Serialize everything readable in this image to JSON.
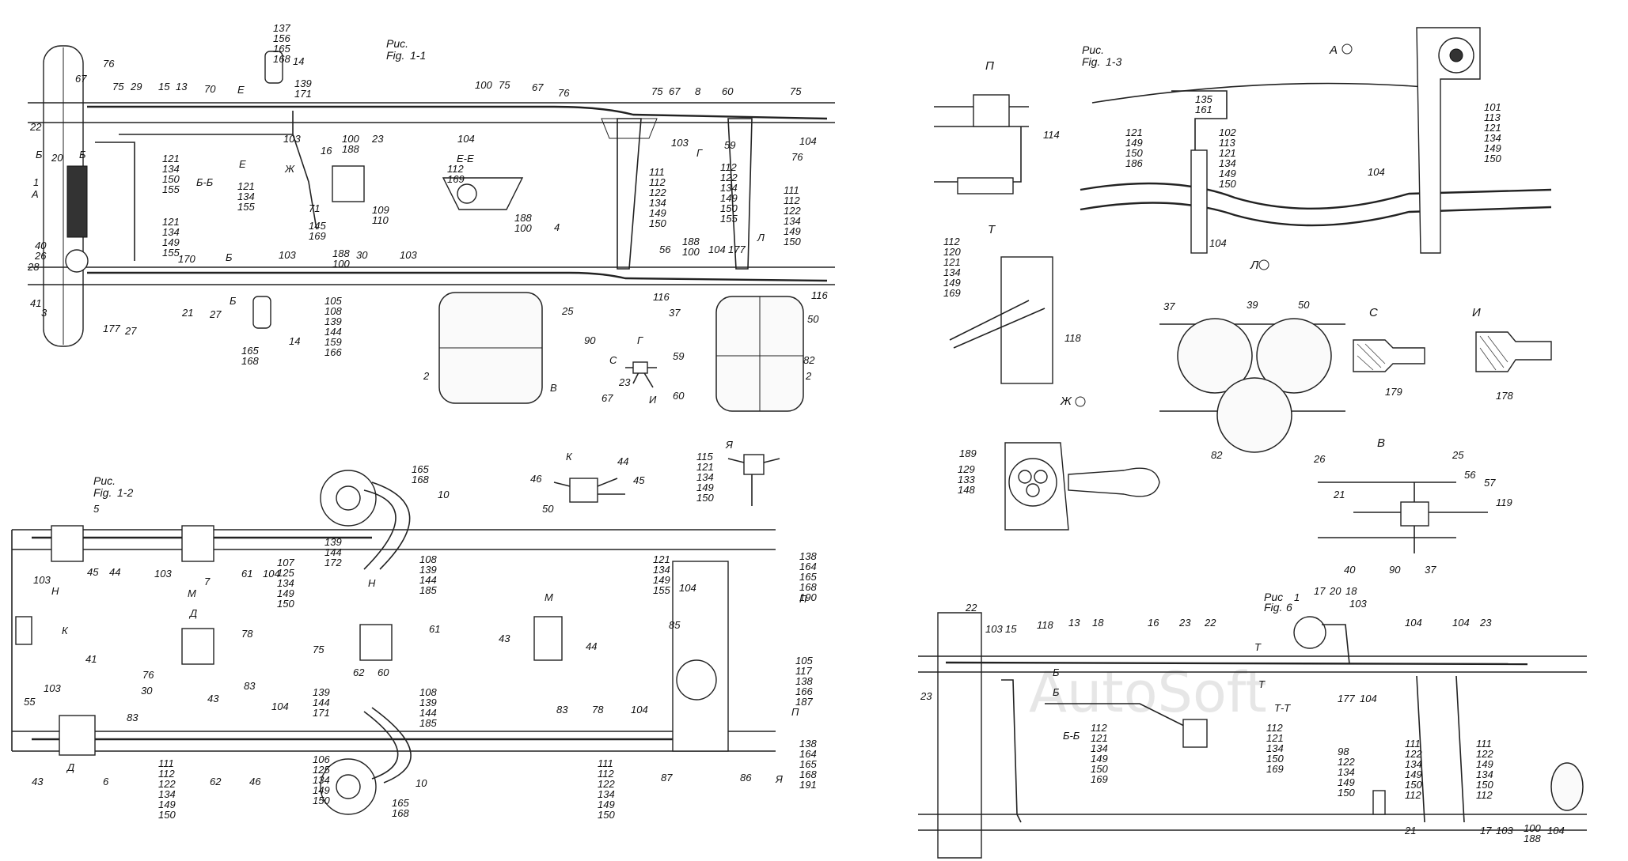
{
  "figures": {
    "fig1_1": {
      "caption_ru": "Рис.",
      "caption_en": "Fig.",
      "number": "1-1"
    },
    "fig1_2": {
      "caption_ru": "Рис.",
      "caption_en": "Fig.",
      "number": "1-2"
    },
    "fig1_3": {
      "caption_ru": "Рис.",
      "caption_en": "Fig.",
      "number": "1-3"
    },
    "fig6": {
      "caption_ru": "Рис",
      "caption_en": "Fig.",
      "number": "6"
    }
  },
  "watermark": "AutoSoft",
  "section_marks": {
    "fig1_1": [
      "А",
      "Б",
      "Б",
      "Б",
      "Б-Б",
      "Е",
      "Е",
      "Е-Е",
      "Ж",
      "Г",
      "Г",
      "В",
      "С",
      "И",
      "Л",
      "К",
      "Я"
    ],
    "fig1_2": [
      "Н",
      "М",
      "Д",
      "К",
      "Д",
      "Н",
      "М",
      "П",
      "П",
      "Я"
    ],
    "fig1_3": [
      "А",
      "П",
      "Т",
      "Ж",
      "Л",
      "С",
      "И",
      "В"
    ],
    "fig6": [
      "Б",
      "Б",
      "Т",
      "Т",
      "Б-Б",
      "Т-Т"
    ]
  },
  "callouts": {
    "fig1_1": {
      "c67a": "67",
      "c76a": "76",
      "c75a": "75",
      "c29": "29",
      "c15": "15",
      "c13": "13",
      "c70": "70",
      "c22": "22",
      "c20": "20",
      "c1": "1",
      "c40": "40",
      "c26": "26",
      "c28": "28",
      "c41": "41",
      "c3": "3",
      "c177": "177",
      "c27a": "27",
      "c21": "21",
      "c27b": "27",
      "c170": "170",
      "g_top": "137\n156\n165\n168",
      "c14a": "14",
      "g139": "139\n171",
      "c103a": "103",
      "g100a": "100\n188",
      "c23": "23",
      "c100": "100",
      "c75b": "75",
      "c67b": "67",
      "c76b": "76",
      "c104a": "104",
      "c75c": "75",
      "c67c": "67",
      "c8": "8",
      "c60a": "60",
      "c103b": "103",
      "c59a": "59",
      "c75d": "75",
      "c104b": "104",
      "c76c": "76",
      "g121a": "121\n134\n150\n155",
      "g121b": "121\n134\n149\n155",
      "g121c": "121\n134\n155",
      "c16": "16",
      "c71": "71",
      "g145": "145\n169",
      "g109": "109\n110",
      "g112": "112\n169",
      "g111a": "111\n112\n122\n134\n149\n150",
      "g112b": "112\n122\n134\n149\n150\n155",
      "g111b": "111\n112\n122\n134\n149\n150",
      "g188a": "188\n100",
      "g188b": "188\n100",
      "g188c": "188\n100",
      "c30": "30",
      "c103c": "103",
      "c103d": "103",
      "c56": "56",
      "c104c": "104",
      "c177b": "177",
      "c4": "4",
      "c25": "25",
      "c116a": "116",
      "c37": "37",
      "c116b": "116",
      "c50": "50",
      "c90": "90",
      "c82": "82",
      "c2a": "2",
      "c2b": "2",
      "g105": "105\n108\n139\n144\n159\n166",
      "g165": "165\n168",
      "c14b": "14",
      "c23b": "23",
      "c59b": "59",
      "c67d": "67",
      "c60b": "60",
      "c46": "46",
      "c44": "44",
      "c45": "45",
      "c50b": "50",
      "g115": "115\n121\n134\n149\n150"
    },
    "fig1_2": {
      "c5": "5",
      "c45": "45",
      "c44": "44",
      "c103a": "103",
      "c7": "7",
      "c61a": "61",
      "c104a": "104",
      "c103b": "103",
      "g107": "107\n125\n134\n149\n150",
      "g139": "139\n144\n172",
      "g108a": "108\n139\n144\n185",
      "g165a": "165\n168",
      "c10a": "10",
      "c41": "41",
      "c76": "76",
      "c30": "30",
      "c43a": "43",
      "c78a": "78",
      "c83a": "83",
      "c75": "75",
      "c62a": "62",
      "c60": "60",
      "c61b": "61",
      "c43b": "43",
      "c44b": "44",
      "c55": "55",
      "c103c": "103",
      "c43c": "43",
      "c6": "6",
      "c83b": "83",
      "c104b": "104",
      "c62b": "62",
      "c46": "46",
      "g111a": "111\n112\n122\n134\n149\n150",
      "g139b": "139\n144\n171",
      "g108b": "108\n139\n144\n185",
      "g106": "106\n125\n134\n149\n150",
      "c10b": "10",
      "g165b": "165\n168",
      "c83c": "83",
      "c78b": "78",
      "c104c": "104",
      "g111b": "111\n112\n122\n134\n149\n150",
      "c87": "87",
      "c86": "86",
      "c85": "85",
      "c104d": "104",
      "g121": "121\n134\n149\n155",
      "g138a": "138\n164\n165\n168\n190",
      "g105": "105\n117\n138\n166\n187",
      "g138b": "138\n164\n165\n168\n191"
    },
    "fig1_3": {
      "c114": "114",
      "g135": "135\n161",
      "g121": "121\n149\n150\n186",
      "g102": "102\n113\n121\n134\n149\n150",
      "g101": "101\n113\n121\n134\n149\n150",
      "c104a": "104",
      "c104b": "104",
      "g112": "112\n120\n121\n134\n149\n169",
      "c118": "118",
      "c37": "37",
      "c39": "39",
      "c50": "50",
      "c82": "82",
      "c179": "179",
      "c178": "178",
      "c189": "189",
      "g129": "129\n133\n148",
      "c26": "26",
      "c25": "25",
      "c56": "56",
      "c57": "57",
      "c21": "21",
      "c119": "119",
      "c40": "40",
      "c90": "90",
      "c37b": "37"
    },
    "fig6": {
      "c22": "22",
      "c103a": "103",
      "c15": "15",
      "c118": "118",
      "c13": "13",
      "c18": "18",
      "c16": "16",
      "c23a": "23",
      "c22b": "22",
      "c1": "1",
      "c17": "17",
      "c20": "20",
      "c18b": "18",
      "c103b": "103",
      "c104a": "104",
      "c104b": "104",
      "c23b": "23",
      "c23c": "23",
      "c177": "177",
      "c104c": "104",
      "g112a": "112\n121\n134\n149\n150\n169",
      "g112b": "112\n121\n134\n150\n169",
      "g98": "98\n122\n134\n149\n150",
      "g111a": "111\n122\n134\n149\n150\n112",
      "g111b": "111\n122\n149\n134\n150\n112",
      "c21": "21",
      "c17b": "17",
      "c103c": "103",
      "g100": "100\n188",
      "c104d": "104"
    }
  }
}
